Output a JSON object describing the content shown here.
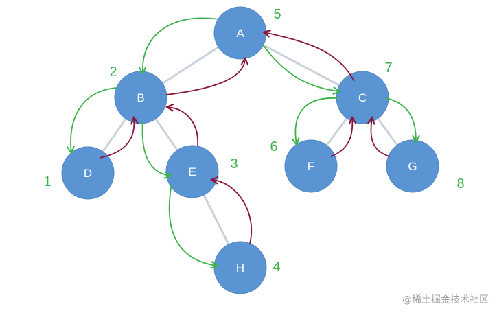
{
  "colors": {
    "node_fill": "#5b94d3",
    "node_stroke": "#4f86c2",
    "node_text": "#ffffff",
    "edge": "#c9d2dc",
    "forward_arrow": "#3bb24a",
    "back_arrow": "#8a1538",
    "order_label": "#3bb24a",
    "watermark": "#a0a0a0"
  },
  "nodes": [
    {
      "id": "A",
      "label": "A",
      "order": "5"
    },
    {
      "id": "B",
      "label": "B",
      "order": "2"
    },
    {
      "id": "C",
      "label": "C",
      "order": "7"
    },
    {
      "id": "D",
      "label": "D",
      "order": "1"
    },
    {
      "id": "E",
      "label": "E",
      "order": "3"
    },
    {
      "id": "F",
      "label": "F",
      "order": "6"
    },
    {
      "id": "G",
      "label": "G",
      "order": "8"
    },
    {
      "id": "H",
      "label": "H",
      "order": "4"
    }
  ],
  "edges": [
    {
      "from": "A",
      "to": "B"
    },
    {
      "from": "A",
      "to": "C"
    },
    {
      "from": "B",
      "to": "D"
    },
    {
      "from": "B",
      "to": "E"
    },
    {
      "from": "E",
      "to": "H"
    },
    {
      "from": "C",
      "to": "F"
    },
    {
      "from": "C",
      "to": "G"
    }
  ],
  "forward_arrows": [
    {
      "from": "A",
      "to": "B"
    },
    {
      "from": "B",
      "to": "D"
    },
    {
      "from": "B",
      "to": "E"
    },
    {
      "from": "E",
      "to": "H"
    },
    {
      "from": "A",
      "to": "C"
    },
    {
      "from": "C",
      "to": "F"
    },
    {
      "from": "C",
      "to": "G"
    }
  ],
  "back_arrows": [
    {
      "from": "D",
      "to": "B"
    },
    {
      "from": "H",
      "to": "E"
    },
    {
      "from": "E",
      "to": "B"
    },
    {
      "from": "B",
      "to": "A"
    },
    {
      "from": "C",
      "to": "A"
    },
    {
      "from": "F",
      "to": "C"
    },
    {
      "from": "G",
      "to": "C"
    }
  ],
  "watermark": "@稀土掘金技术社区"
}
